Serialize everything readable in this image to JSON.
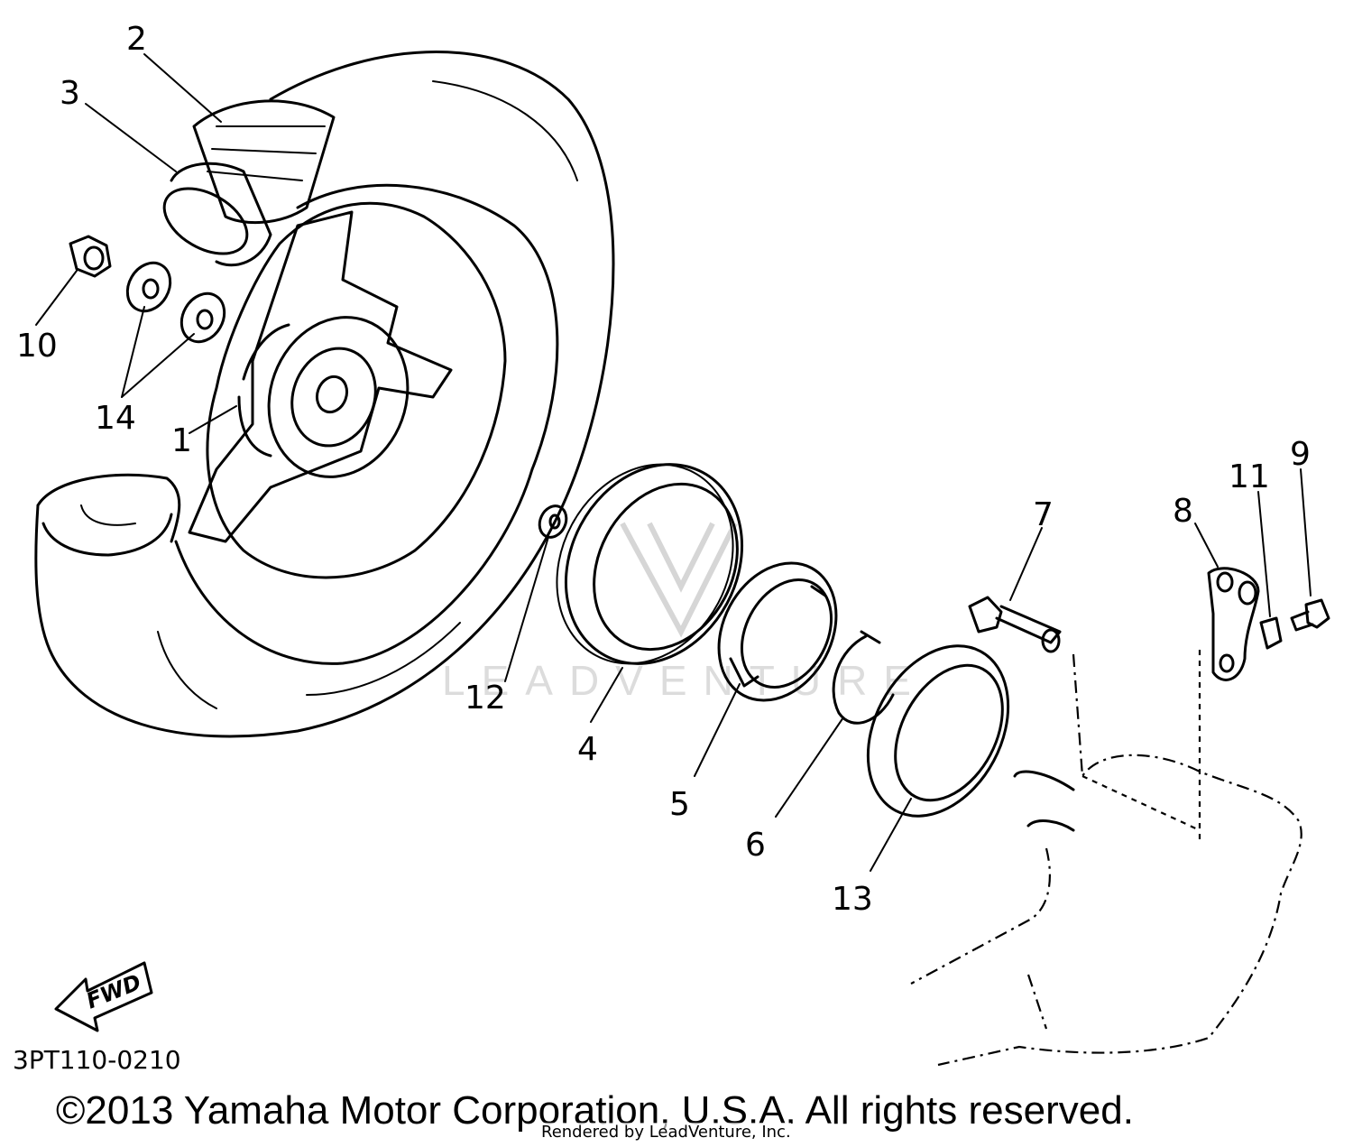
{
  "watermark": {
    "text": "LEADVENTURE"
  },
  "callouts": [
    {
      "id": "1",
      "label": "1"
    },
    {
      "id": "2",
      "label": "2"
    },
    {
      "id": "3",
      "label": "3"
    },
    {
      "id": "4",
      "label": "4"
    },
    {
      "id": "5",
      "label": "5"
    },
    {
      "id": "6",
      "label": "6"
    },
    {
      "id": "7",
      "label": "7"
    },
    {
      "id": "8",
      "label": "8"
    },
    {
      "id": "9",
      "label": "9"
    },
    {
      "id": "10",
      "label": "10"
    },
    {
      "id": "11",
      "label": "11"
    },
    {
      "id": "12",
      "label": "12"
    },
    {
      "id": "13",
      "label": "13"
    },
    {
      "id": "14",
      "label": "14"
    }
  ],
  "fwd_label": "FWD",
  "diagram_code": "3PT110-0210",
  "copyright": "©2013 Yamaha Motor Corporation, U.S.A. All rights reserved.",
  "rendered_by": "Rendered by LeadVenture, Inc."
}
